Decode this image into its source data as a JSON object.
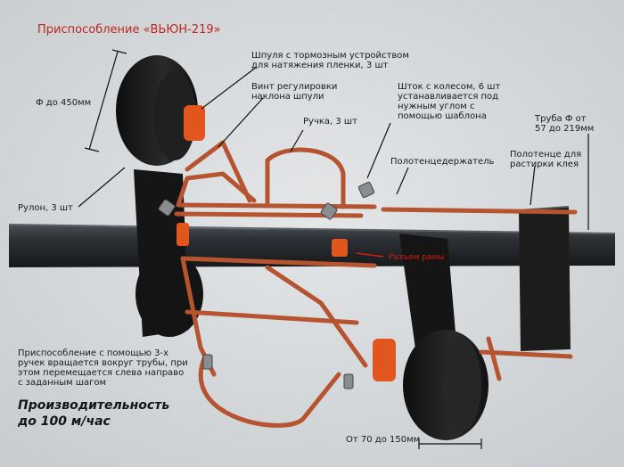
{
  "title": "Приспособление «ВЬЮН-219»",
  "labels": {
    "diameter": "Ф до 450мм",
    "roll": "Рулон, 3 шт",
    "spool": [
      "Шпуля с тормозным устройством",
      "для натяжения пленки, 3 шт"
    ],
    "tilt_screw": [
      "Винт регулировки",
      "наклона шпули"
    ],
    "handle": "Ручка, 3 шт",
    "rod": [
      "Шток с колесом, 6 шт",
      "устанавливается под",
      "нужным углом с",
      "помощью шаблона"
    ],
    "towel_holder": "Полотенцедержатель",
    "pipe": [
      "Труба Ф от",
      "57 до 219мм"
    ],
    "towel": [
      "Полотенце для",
      "растирки клея"
    ],
    "frame_section": "Разъем рамы",
    "description": [
      "Приспособление с помощью 3-х",
      "ручек вращается вокруг трубы, при",
      "этом перемещается слева направо",
      "с заданным шагом"
    ],
    "performance": [
      "Производительность",
      "до 100 м/час"
    ],
    "width": "От 70 до 150мм"
  },
  "colors": {
    "background": "#d9dcde",
    "title": "#c0261e",
    "frame": "#b5542f",
    "spool": "#e0561c",
    "pipe": "#262a2e",
    "film": "#1b1b1b",
    "annotation_red": "#d21e14"
  }
}
